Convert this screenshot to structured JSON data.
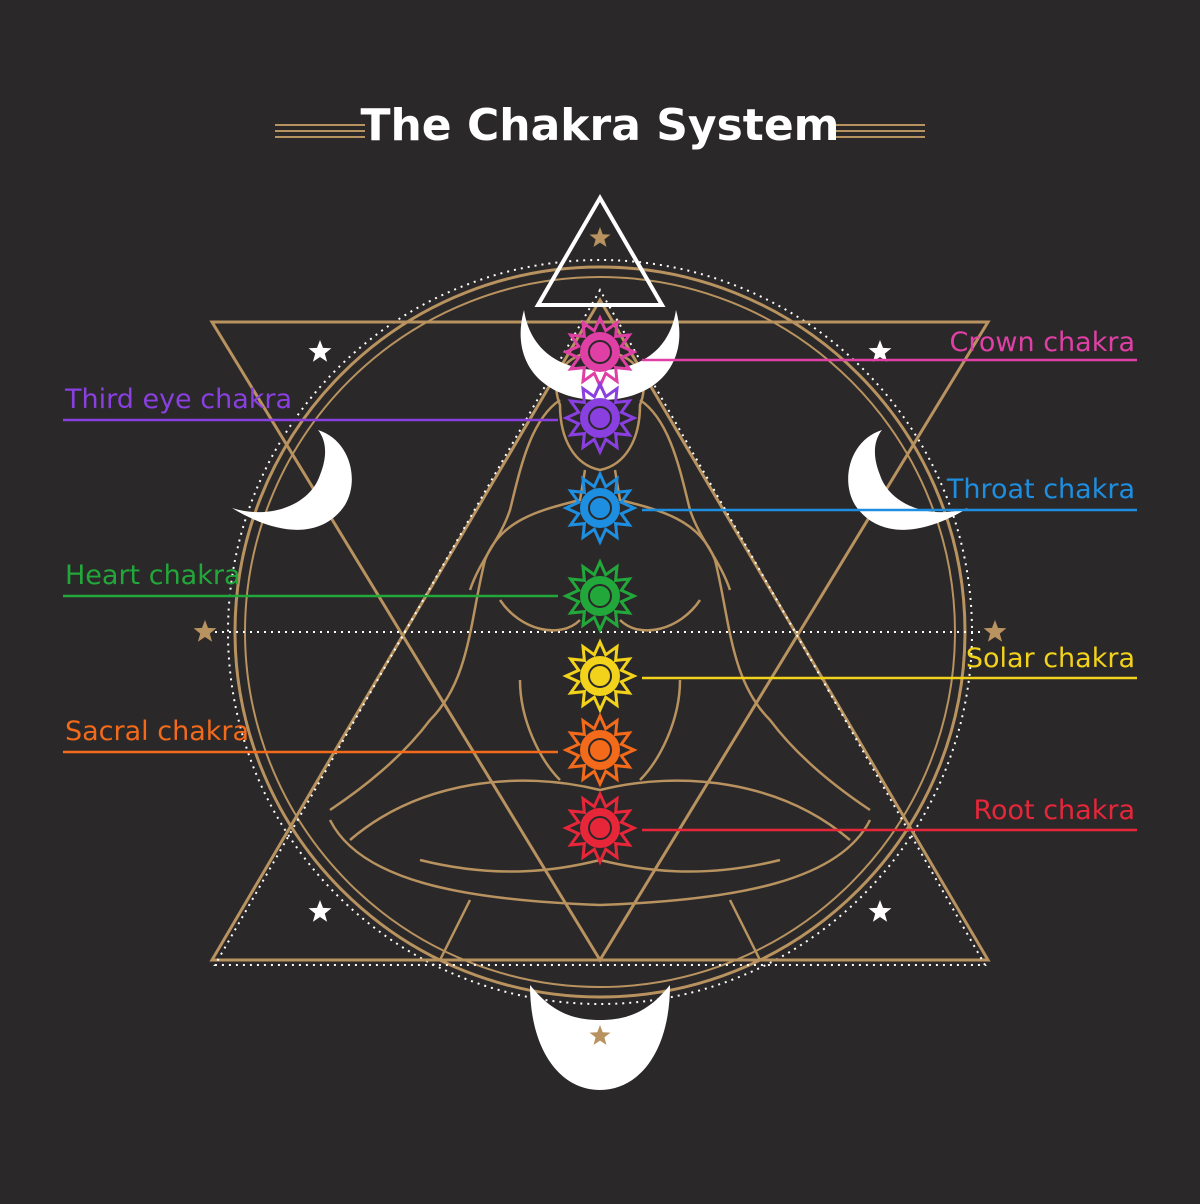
{
  "title": "The Chakra System",
  "colors": {
    "background": "#2a2829",
    "gold": "#b8925f",
    "white": "#ffffff"
  },
  "chakras": [
    {
      "id": "crown",
      "label": "Crown chakra",
      "side": "right",
      "color": "#e040a6"
    },
    {
      "id": "third-eye",
      "label": "Third eye chakra",
      "side": "left",
      "color": "#8a3fe0"
    },
    {
      "id": "throat",
      "label": "Throat chakra",
      "side": "right",
      "color": "#1e8fe0"
    },
    {
      "id": "heart",
      "label": "Heart chakra",
      "side": "left",
      "color": "#22a83a"
    },
    {
      "id": "solar",
      "label": "Solar chakra",
      "side": "right",
      "color": "#f2d21a"
    },
    {
      "id": "sacral",
      "label": "Sacral chakra",
      "side": "left",
      "color": "#f26a1a"
    },
    {
      "id": "root",
      "label": "Root chakra",
      "side": "right",
      "color": "#e8263a"
    }
  ]
}
